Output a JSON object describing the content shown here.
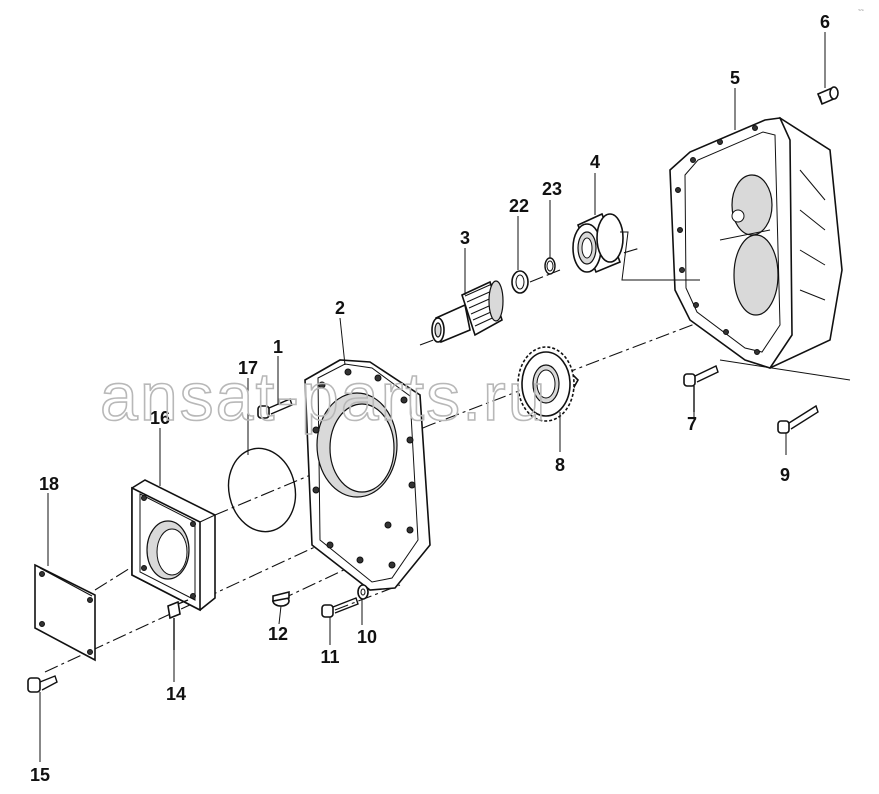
{
  "watermark": "ansat-parts.ru",
  "corner_mark": "~~",
  "callouts": [
    {
      "id": "1",
      "text": "1"
    },
    {
      "id": "2",
      "text": "2"
    },
    {
      "id": "3",
      "text": "3"
    },
    {
      "id": "4",
      "text": "4"
    },
    {
      "id": "5",
      "text": "5"
    },
    {
      "id": "6",
      "text": "6"
    },
    {
      "id": "7",
      "text": "7"
    },
    {
      "id": "8",
      "text": "8"
    },
    {
      "id": "9",
      "text": "9"
    },
    {
      "id": "10",
      "text": "10"
    },
    {
      "id": "11",
      "text": "11"
    },
    {
      "id": "12",
      "text": "12"
    },
    {
      "id": "14",
      "text": "14"
    },
    {
      "id": "15",
      "text": "15"
    },
    {
      "id": "16",
      "text": "16"
    },
    {
      "id": "17",
      "text": "17"
    },
    {
      "id": "18",
      "text": "18"
    },
    {
      "id": "22",
      "text": "22"
    },
    {
      "id": "23",
      "text": "23"
    }
  ]
}
